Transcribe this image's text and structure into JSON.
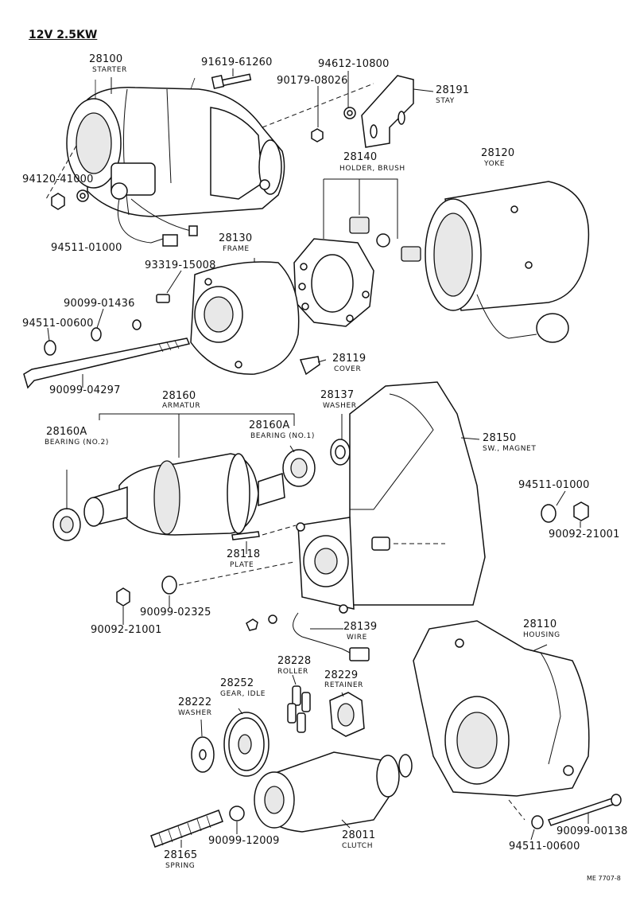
{
  "header": {
    "spec": "12V 2.5KW"
  },
  "footer": {
    "ref": "ME 7707-8"
  },
  "parts": [
    {
      "id": "starter",
      "number": "28100",
      "name": "STARTER"
    },
    {
      "id": "bolt-top",
      "number": "91619-61260",
      "name": ""
    },
    {
      "id": "washer-stay",
      "number": "94612-10800",
      "name": ""
    },
    {
      "id": "nut-stay",
      "number": "90179-08026",
      "name": ""
    },
    {
      "id": "stay",
      "number": "28191",
      "name": "STAY"
    },
    {
      "id": "nut-starter",
      "number": "94120-41000",
      "name": ""
    },
    {
      "id": "washer-starter",
      "number": "94511-01000",
      "name": ""
    },
    {
      "id": "holder-brush",
      "number": "28140",
      "name": "HOLDER, BRUSH"
    },
    {
      "id": "yoke",
      "number": "28120",
      "name": "YOKE"
    },
    {
      "id": "frame",
      "number": "28130",
      "name": "FRAME"
    },
    {
      "id": "screw-frame",
      "number": "93319-15008",
      "name": ""
    },
    {
      "id": "washer-frame",
      "number": "90099-01436",
      "name": ""
    },
    {
      "id": "washer-thru",
      "number": "94511-00600",
      "name": ""
    },
    {
      "id": "cover",
      "number": "28119",
      "name": "COVER"
    },
    {
      "id": "thru-bolt",
      "number": "90099-04297",
      "name": ""
    },
    {
      "id": "armatur",
      "number": "28160",
      "name": "ARMATUR"
    },
    {
      "id": "bearing-1",
      "number": "28160A",
      "name": "BEARING (NO.1)"
    },
    {
      "id": "bearing-2",
      "number": "28160A",
      "name": "BEARING (NO.2)"
    },
    {
      "id": "washer-28137",
      "number": "28137",
      "name": "WASHER"
    },
    {
      "id": "magnet-switch",
      "number": "28150",
      "name": "SW., MAGNET"
    },
    {
      "id": "washer-sw",
      "number": "94511-01000",
      "name": ""
    },
    {
      "id": "nut-sw",
      "number": "90092-21001",
      "name": ""
    },
    {
      "id": "plate",
      "number": "28118",
      "name": "PLATE"
    },
    {
      "id": "washer-02325",
      "number": "90099-02325",
      "name": ""
    },
    {
      "id": "nut-left",
      "number": "90092-21001",
      "name": ""
    },
    {
      "id": "wire",
      "number": "28139",
      "name": "WIRE"
    },
    {
      "id": "housing",
      "number": "28110",
      "name": "HOUSING"
    },
    {
      "id": "roller",
      "number": "28228",
      "name": "ROLLER"
    },
    {
      "id": "retainer",
      "number": "28229",
      "name": "RETAINER"
    },
    {
      "id": "gear-idle",
      "number": "28252",
      "name": "GEAR, IDLE"
    },
    {
      "id": "washer-28222",
      "number": "28222",
      "name": "WASHER"
    },
    {
      "id": "ball",
      "number": "90099-12009",
      "name": ""
    },
    {
      "id": "clutch",
      "number": "28011",
      "name": "CLUTCH"
    },
    {
      "id": "spring",
      "number": "28165",
      "name": "SPRING"
    },
    {
      "id": "bolt-housing",
      "number": "90099-00138",
      "name": ""
    },
    {
      "id": "washer-housing",
      "number": "94511-00600",
      "name": ""
    }
  ]
}
